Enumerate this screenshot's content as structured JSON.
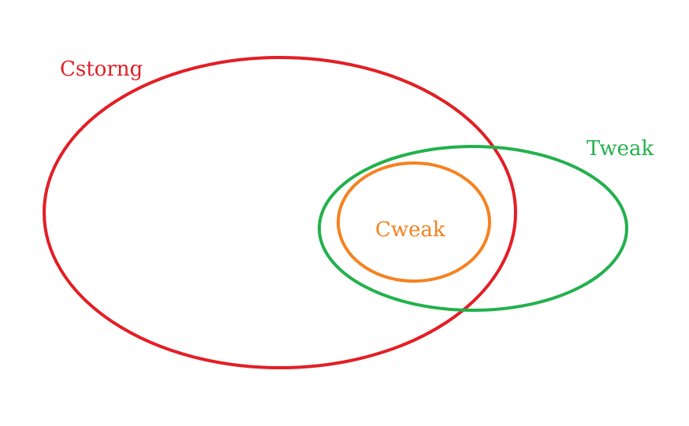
{
  "diagram": {
    "sets": [
      {
        "id": "cstrong",
        "label": "Cstorng",
        "color": "#e31e25"
      },
      {
        "id": "tweak",
        "label": "Tweak",
        "color": "#22b14c"
      },
      {
        "id": "cweak",
        "label": "Cweak",
        "color": "#f58220"
      }
    ],
    "relations": [
      {
        "subset": "cweak",
        "of": "tweak"
      },
      {
        "overlaps": [
          "cstrong",
          "tweak"
        ]
      },
      {
        "overlaps": [
          "cstrong",
          "cweak"
        ]
      }
    ]
  }
}
